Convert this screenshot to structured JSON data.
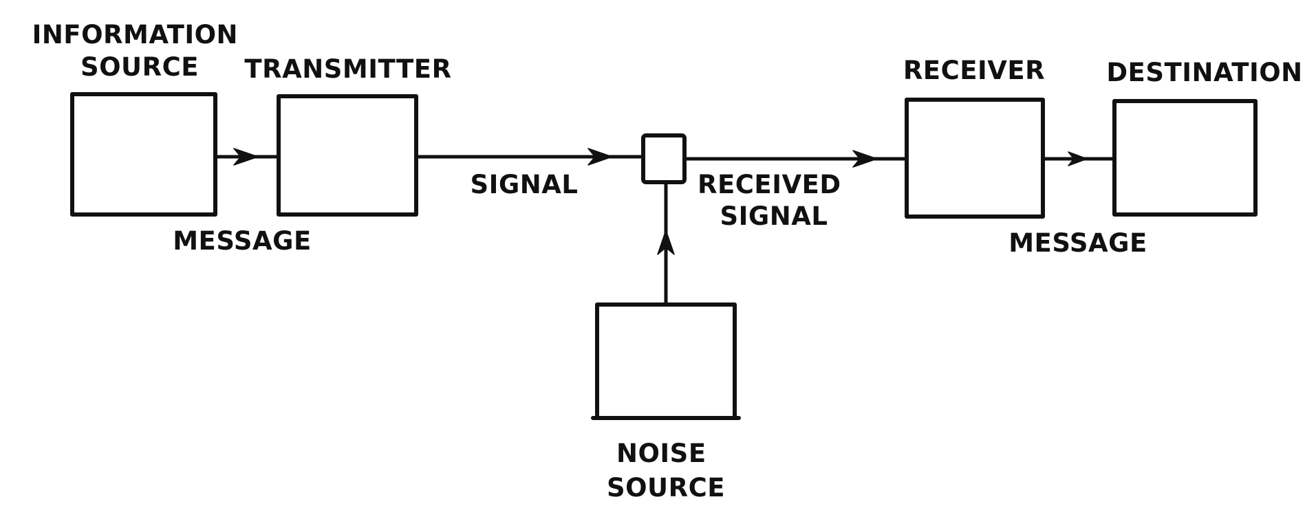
{
  "labels": {
    "information_source": [
      "INFORMATION",
      "SOURCE"
    ],
    "transmitter": "TRANSMITTER",
    "receiver": "RECEIVER",
    "destination": "DESTINATION",
    "message_left": "MESSAGE",
    "signal": "SIGNAL",
    "received_signal": [
      "RECEIVED",
      "SIGNAL"
    ],
    "message_right": "MESSAGE",
    "noise_source": [
      "NOISE",
      "SOURCE"
    ]
  },
  "colors": {
    "ink": "#111111",
    "background": "#ffffff"
  }
}
